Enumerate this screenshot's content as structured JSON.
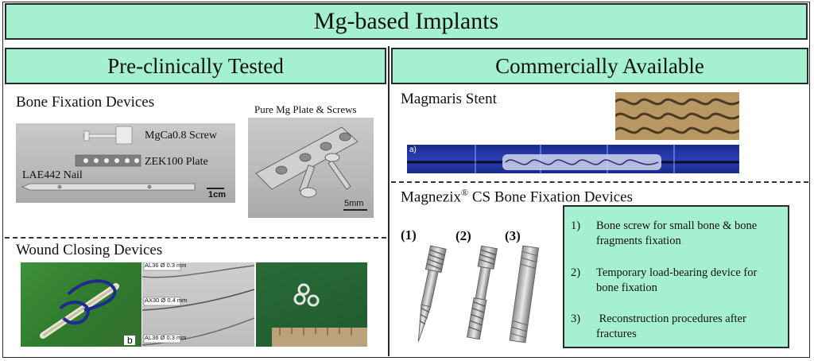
{
  "banner": {
    "title": "Mg-based Implants"
  },
  "left": {
    "header": "Pre-clinically Tested",
    "bone_fixation": {
      "title": "Bone Fixation Devices",
      "screw_label": "MgCa0.8 Screw",
      "plate_label": "ZEK100 Plate",
      "nail_label": "LAE442 Nail",
      "scale_label": "1cm",
      "plate_photo_title": "Pure Mg Plate & Screws",
      "plate_photo_scale": "5mm"
    },
    "wound_closing": {
      "title": "Wound Closing Devices",
      "panel_tag": "b",
      "wire_labels": [
        "AL36 Ø 0.3 mm",
        "AX30 Ø 0.4 mm",
        "AL36 Ø 0.3 mm"
      ]
    }
  },
  "right": {
    "header": "Commercially Available",
    "stent": {
      "title": "Magmaris Stent",
      "panel_tag": "a)"
    },
    "magnezix": {
      "title": "Magnezix",
      "title_sup": "®",
      "title_rest": " CS Bone Fixation Devices",
      "screw_labels": [
        "(1)",
        "(2)",
        "(3)"
      ],
      "items": [
        {
          "num": "1)",
          "text": "Bone screw for small bone & bone fragments fixation"
        },
        {
          "num": "2)",
          "text": "Temporary load-bearing device for bone fixation"
        },
        {
          "num": "3)",
          "text": " Reconstruction procedures after fractures"
        }
      ]
    }
  }
}
